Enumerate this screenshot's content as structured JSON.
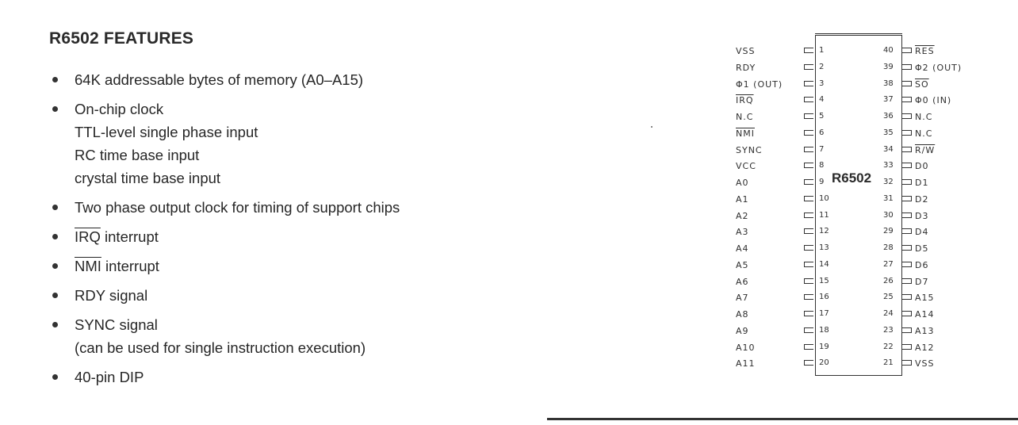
{
  "title": "R6502 FEATURES",
  "features": [
    {
      "lines": [
        "64K addressable bytes of memory (A0–A15)"
      ]
    },
    {
      "lines": [
        "On-chip clock",
        "TTL-level single phase input",
        "RC time base input",
        "crystal time base input"
      ]
    },
    {
      "lines": [
        "Two phase output clock for timing of support chips"
      ]
    },
    {
      "prefix_overline": "IRQ",
      "lines": [
        " interrupt"
      ]
    },
    {
      "prefix_overline": "NMI",
      "lines": [
        " interrupt"
      ]
    },
    {
      "lines": [
        "RDY signal"
      ]
    },
    {
      "lines": [
        "SYNC signal",
        "(can be used for single instruction execution)"
      ]
    },
    {
      "lines": [
        "40-pin DIP"
      ]
    }
  ],
  "chip": {
    "name": "R6502",
    "left_pins": [
      {
        "num": "1",
        "label": "VSS"
      },
      {
        "num": "2",
        "label": "RDY"
      },
      {
        "num": "3",
        "label": "Φ1 (OUT)"
      },
      {
        "num": "4",
        "label": "IRQ",
        "overline": true
      },
      {
        "num": "5",
        "label": "N.C"
      },
      {
        "num": "6",
        "label": "NMI",
        "overline": true
      },
      {
        "num": "7",
        "label": "SYNC"
      },
      {
        "num": "8",
        "label": "VCC"
      },
      {
        "num": "9",
        "label": "A0"
      },
      {
        "num": "10",
        "label": "A1"
      },
      {
        "num": "11",
        "label": "A2"
      },
      {
        "num": "12",
        "label": "A3"
      },
      {
        "num": "13",
        "label": "A4"
      },
      {
        "num": "14",
        "label": "A5"
      },
      {
        "num": "15",
        "label": "A6"
      },
      {
        "num": "16",
        "label": "A7"
      },
      {
        "num": "17",
        "label": "A8"
      },
      {
        "num": "18",
        "label": "A9"
      },
      {
        "num": "19",
        "label": "A10"
      },
      {
        "num": "20",
        "label": "A11"
      }
    ],
    "right_pins": [
      {
        "num": "40",
        "label": "RES",
        "overline": true
      },
      {
        "num": "39",
        "label": "Φ2 (OUT)"
      },
      {
        "num": "38",
        "label": "SO",
        "overline": true
      },
      {
        "num": "37",
        "label": "Φ0 (IN)"
      },
      {
        "num": "36",
        "label": "N.C"
      },
      {
        "num": "35",
        "label": "N.C"
      },
      {
        "num": "34",
        "label": "R/W",
        "overline": true
      },
      {
        "num": "33",
        "label": "D0"
      },
      {
        "num": "32",
        "label": "D1"
      },
      {
        "num": "31",
        "label": "D2"
      },
      {
        "num": "30",
        "label": "D3"
      },
      {
        "num": "29",
        "label": "D4"
      },
      {
        "num": "28",
        "label": "D5"
      },
      {
        "num": "27",
        "label": "D6"
      },
      {
        "num": "26",
        "label": "D7"
      },
      {
        "num": "25",
        "label": "A15"
      },
      {
        "num": "24",
        "label": "A14"
      },
      {
        "num": "23",
        "label": "A13"
      },
      {
        "num": "22",
        "label": "A12"
      },
      {
        "num": "21",
        "label": "VSS"
      }
    ]
  }
}
